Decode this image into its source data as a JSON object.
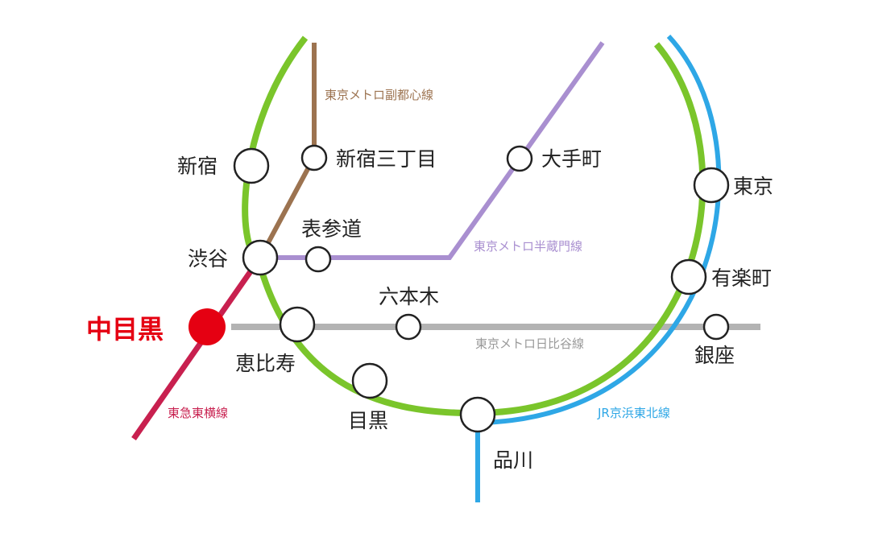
{
  "colors": {
    "yamanote": "#7ac52b",
    "keihin_tohoku": "#2ea7e6",
    "fukutoshin": "#9c7350",
    "hanzomon": "#a98fd0",
    "hibiya": "#b3b3b3",
    "toyoko": "#c8204f",
    "highlight": "#e50012"
  },
  "lines": {
    "fukutoshin": "東京メトロ副都心線",
    "hanzomon": "東京メトロ半蔵門線",
    "hibiya": "東京メトロ日比谷線",
    "toyoko": "東急東横線",
    "keihin_tohoku": "JR京浜東北線"
  },
  "stations": {
    "nakameguro": "中目黒",
    "shinjuku": "新宿",
    "shinjuku_sanchome": "新宿三丁目",
    "otemachi": "大手町",
    "tokyo": "東京",
    "omotesando": "表参道",
    "shibuya": "渋谷",
    "yurakucho": "有楽町",
    "roppongi": "六本木",
    "ebisu": "恵比寿",
    "ginza": "銀座",
    "meguro": "目黒",
    "shinagawa": "品川"
  }
}
